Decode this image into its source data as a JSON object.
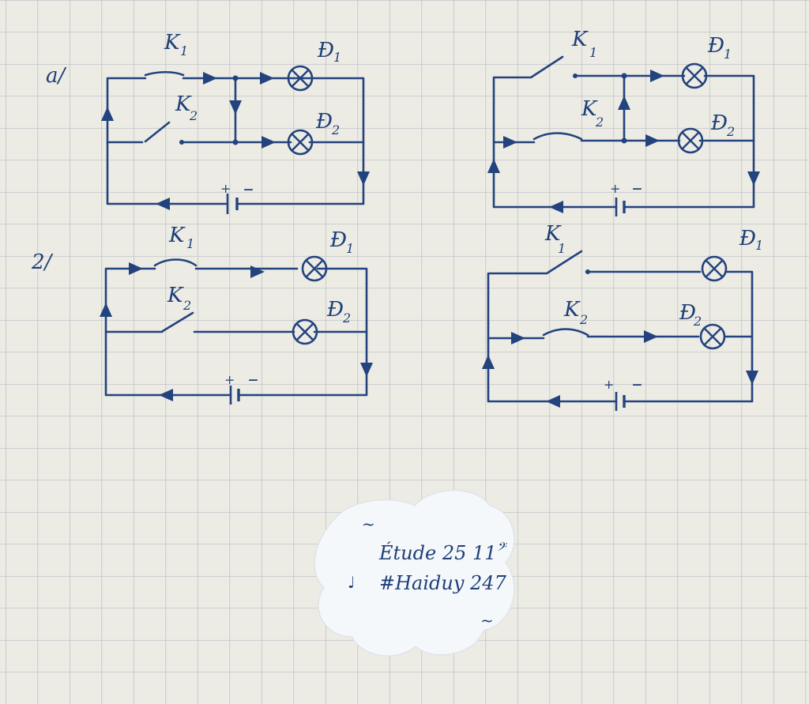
{
  "colors": {
    "paper": "#ecebe4",
    "grid": "#b9bcc4",
    "ink": "#23437e",
    "sticker": "#f5f8fb"
  },
  "labels": {
    "part_a": "a/",
    "part_b": "2/",
    "k": "K",
    "d": "Đ",
    "sub1": "1",
    "sub2": "2",
    "plus": "+",
    "minus": "–"
  },
  "sticker": {
    "line1": "Étude 25 11",
    "line2": "#Haiduy 247"
  }
}
